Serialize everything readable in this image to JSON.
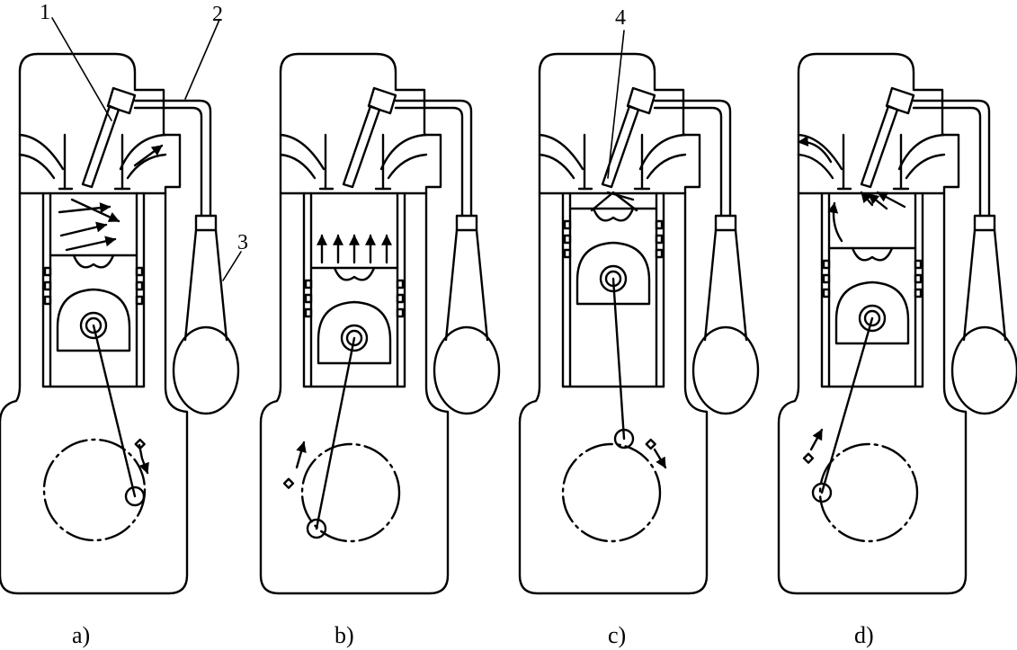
{
  "callouts": {
    "part1": "1",
    "part2": "2",
    "part3": "3",
    "part4": "4"
  },
  "captions": {
    "a": "a)",
    "b": "b)",
    "c": "c)",
    "d": "d)"
  },
  "colors": {
    "stroke": "#000000",
    "background": "#ffffff"
  }
}
